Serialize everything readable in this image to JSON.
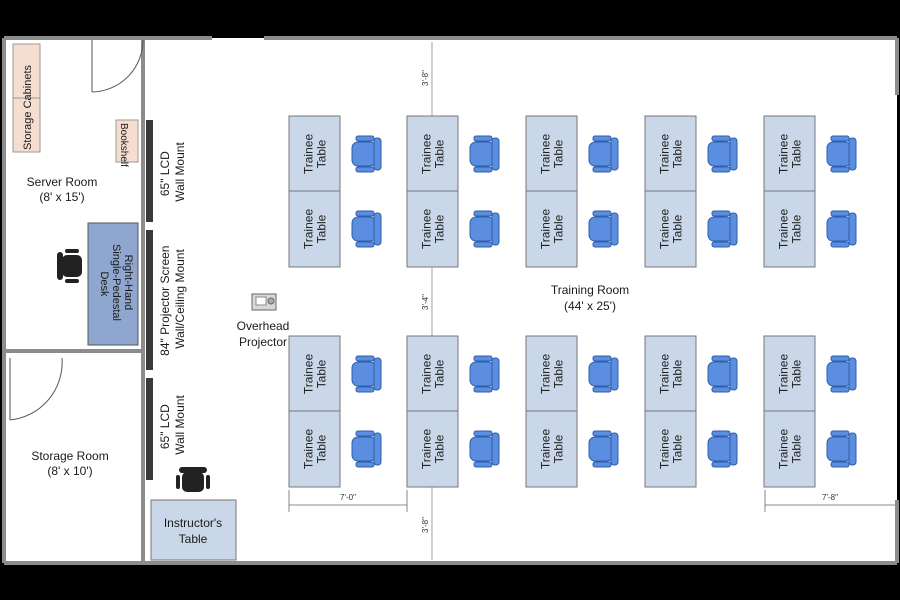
{
  "rooms": {
    "server": {
      "name": "Server Room",
      "size": "(8' x 15')"
    },
    "storage": {
      "name": "Storage Room",
      "size": "(8' x 10')"
    },
    "training": {
      "name": "Training Room",
      "size": "(44' x 25')"
    }
  },
  "furniture": {
    "storage_cabinets": "Storage Cabinets",
    "bookshelf": "Bookshelf",
    "desk": [
      "Right-Hand",
      "Single-Pedestal",
      "Desk"
    ],
    "lcd_top": [
      "65\" LCD",
      "Wall Mount"
    ],
    "projector_screen": [
      "84\" Projector Screen",
      "Wall/Ceiling Mount"
    ],
    "lcd_bottom": [
      "65\" LCD",
      "Wall Mount"
    ],
    "overhead_projector": [
      "Overhead",
      "Projector"
    ],
    "instructor_table": [
      "Instructor's",
      "Table"
    ],
    "trainee_table": [
      "Trainee",
      "Table"
    ]
  },
  "dimensions": {
    "top_gap": "3'-8\"",
    "middle_gap": "3'-4\"",
    "bottom_gap": "3'-8\"",
    "left_width": "7'-0\"",
    "right_width": "7'-8\""
  },
  "colors": {
    "table_fill": "#c9d7e8",
    "chair_fill": "#5b8ee0",
    "chair_stroke": "#2f5fa8",
    "wall": "#8c8c8c",
    "floor": "#ffffff",
    "screen": "#3a3a3a"
  },
  "layout_info": {
    "columns": 5,
    "tables_per_column": 4
  }
}
